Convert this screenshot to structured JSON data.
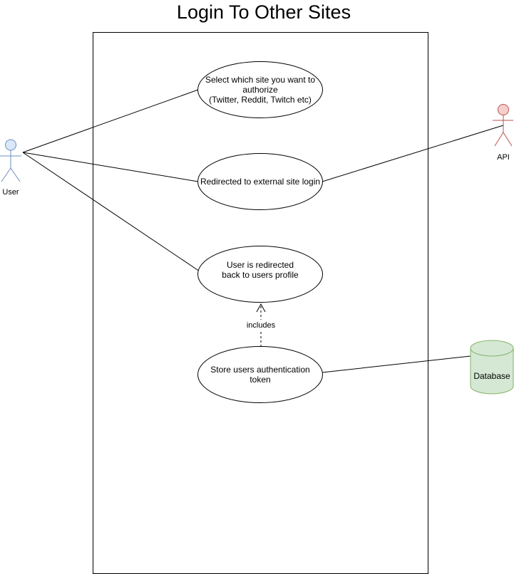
{
  "diagram": {
    "title": "Login To Other Sites",
    "actors": {
      "user": {
        "label": "User",
        "stroke": "#6c8ebf",
        "fill": "#dae8fc"
      },
      "api": {
        "label": "API",
        "stroke": "#b85450",
        "fill": "#f8cecc"
      }
    },
    "use_cases": {
      "select_site": {
        "lines": [
          "Select which site you want to",
          "authorize",
          "(Twitter, Reddit, Twitch etc)"
        ]
      },
      "redirected_external": {
        "lines": [
          "Redirected to external site login"
        ]
      },
      "redirected_back": {
        "lines": [
          "User is redirected",
          "back to users profile"
        ]
      },
      "store_token": {
        "lines": [
          "Store users authentication",
          "token"
        ]
      }
    },
    "relationship": {
      "label": "includes"
    },
    "database": {
      "label": "Database",
      "stroke": "#82b366",
      "fill": "#d5e8d4"
    }
  }
}
